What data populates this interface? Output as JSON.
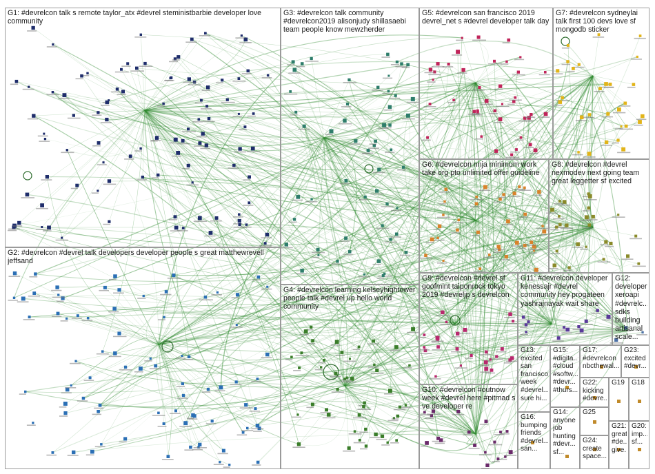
{
  "graph": {
    "groups": [
      {
        "id": "G1",
        "label": "G1: #devrelcon talk s remote taylor_atx #devrel steminist​barbie developer love community"
      },
      {
        "id": "G2",
        "label": "G2: #devrelcon #devrel talk developers developer people s great matthewrevell jeffsand"
      },
      {
        "id": "G3",
        "label": "G3: #devrelcon talk community #devrelcon2019 alisonjudy shillasaebi team people know mewzherder"
      },
      {
        "id": "G4",
        "label": "G4: #devrelcon learning kelseyhightower people talk #devrel up hello world community"
      },
      {
        "id": "G5",
        "label": "G5: #devrelcon san francisco 2019 devrel_net s #devrel developer talk day"
      },
      {
        "id": "G6",
        "label": "G6: #devrelcon nnja minimum work take org pto unlimited offer guideline"
      },
      {
        "id": "G7",
        "label": "G7: #devrelcon sydneylai talk first 100 devs love sf mongodb sticker"
      },
      {
        "id": "G8",
        "label": "G8: #devrelcon #devrel nexmodev next going team great leggetter sf excited"
      },
      {
        "id": "G9",
        "label": "G9: #devrelcon #devrel sf goofmint taiponrock tokyo 2019 #devreljp s devrelcon"
      },
      {
        "id": "G10",
        "label": "G10: #devrelcon #outnow week #devrel here #pitmad s ve developer re"
      },
      {
        "id": "G11",
        "label": "G11: #devrelcon developer kenessajr #devrel community hey progateen yashrajnayak wait share"
      },
      {
        "id": "G12",
        "label": "G12: developer xeroapi #devrelc... sdks building artisanal scale..."
      },
      {
        "id": "G13",
        "label": "G13: excited san francisco week #devrel... sure hi..."
      },
      {
        "id": "G14",
        "label": "G14: anyone job hunting #devr... sf..."
      },
      {
        "id": "G15",
        "label": "G15: #digita... #cloud #softw... #devr... #thurs..."
      },
      {
        "id": "G16",
        "label": "G16: bumping friends #devrel... san..."
      },
      {
        "id": "G17",
        "label": "G17: #devrelcon nbcthewal..."
      },
      {
        "id": "G18",
        "label": "G18"
      },
      {
        "id": "G19",
        "label": "G19"
      },
      {
        "id": "G20",
        "label": "G20: imp... sf..."
      },
      {
        "id": "G21",
        "label": "G21: great #de... give..."
      },
      {
        "id": "G22",
        "label": "G22: kicking #devre..."
      },
      {
        "id": "G23",
        "label": "G23: excited #devr..."
      },
      {
        "id": "G24",
        "label": "G24: create space..."
      },
      {
        "id": "G25",
        "label": "G25"
      }
    ],
    "colors": {
      "edge": "#2f8a2f",
      "border": "#9a9a9a",
      "G1": "#1f2d6b",
      "G2": "#2b6fb5",
      "G3": "#2e7d6b",
      "G4": "#3a7d2a",
      "G5": "#c0245a",
      "G6": "#d9822b",
      "G7": "#e2b419",
      "G8": "#8a8a2a",
      "G9": "#b8286e",
      "G10": "#6b2a6b",
      "G11": "#5a3a9a",
      "G12": "#4a6fa5"
    }
  }
}
